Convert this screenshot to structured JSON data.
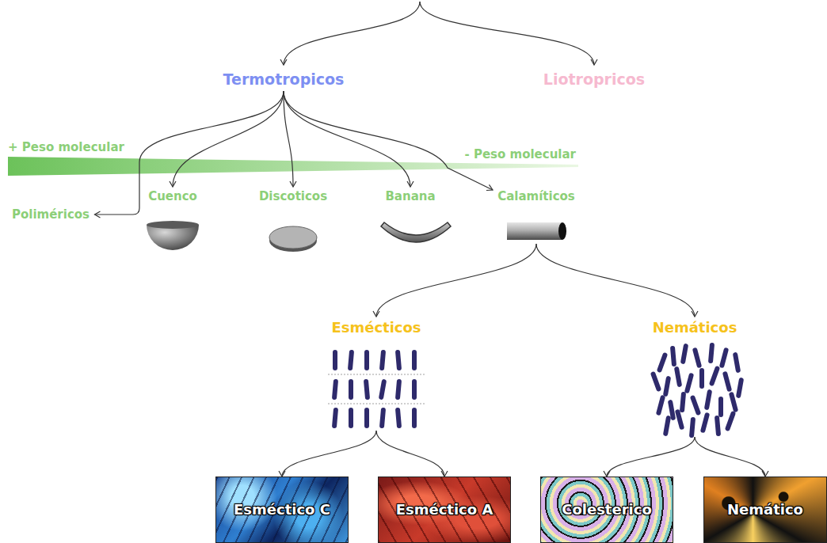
{
  "diagram": {
    "nodes": [
      {
        "text": [
          "Termotropicos"
        ]
      },
      {
        "text": [
          "Liotropricos"
        ]
      },
      {
        "text": [
          "Poliméricos"
        ]
      },
      {
        "text": [
          "Cuenco"
        ]
      },
      {
        "text": [
          "Discoticos"
        ]
      },
      {
        "text": [
          "Banana"
        ]
      },
      {
        "text": [
          "Calamíticos"
        ]
      },
      {
        "text": [
          "Esmécticos"
        ]
      },
      {
        "text": [
          "Nemáticos"
        ]
      },
      {
        "text": [
          "Esméctico C"
        ]
      },
      {
        "text": [
          "Esméctico A"
        ]
      },
      {
        "text": [
          "Colesterico"
        ]
      },
      {
        "text": [
          "Nemático"
        ]
      }
    ],
    "edges": [
      {
        "from": 0,
        "to": 2,
        "arrow": "to"
      },
      {
        "from": 0,
        "to": 3,
        "arrow": "to"
      },
      {
        "from": 0,
        "to": 4,
        "arrow": "to"
      },
      {
        "from": 0,
        "to": 5,
        "arrow": "to"
      },
      {
        "from": 0,
        "to": 6,
        "arrow": "to"
      },
      {
        "from": 6,
        "to": 7,
        "arrow": "to"
      },
      {
        "from": 6,
        "to": 8,
        "arrow": "to"
      },
      {
        "from": 7,
        "to": 9,
        "arrow": "to"
      },
      {
        "from": 7,
        "to": 10,
        "arrow": "to"
      },
      {
        "from": 8,
        "to": 11,
        "arrow": "to"
      },
      {
        "from": 8,
        "to": 12,
        "arrow": "to"
      }
    ],
    "labels": [
      "+ Peso molecular",
      "- Peso molecular"
    ]
  }
}
